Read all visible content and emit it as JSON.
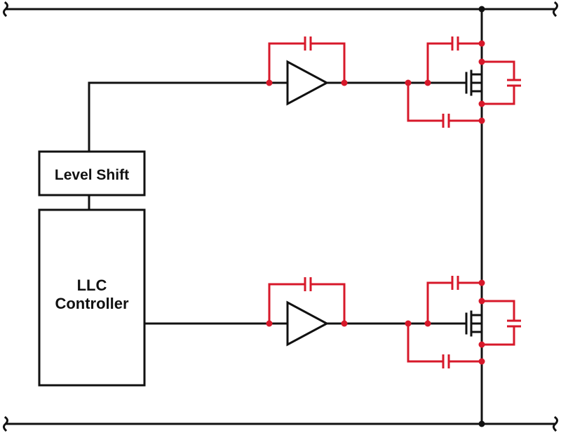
{
  "diagram": {
    "blocks": {
      "level_shift": "Level Shift",
      "controller_line1": "LLC",
      "controller_line2": "Controller"
    },
    "colors": {
      "wire": "#111111",
      "parasitic": "#d7182a"
    }
  }
}
